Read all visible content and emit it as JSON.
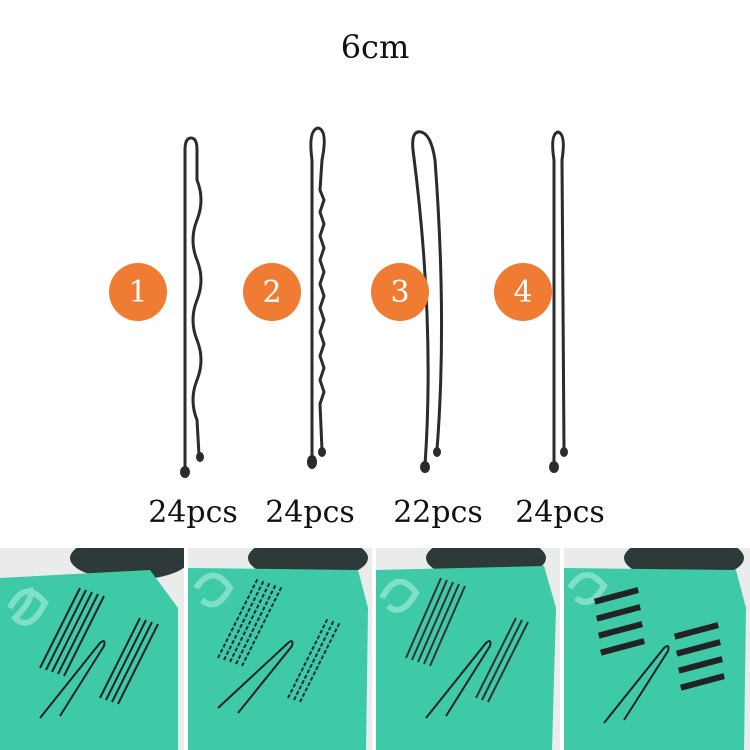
{
  "title": "6cm",
  "colors": {
    "badge": "#f07b33",
    "pin": "#2b2b2b",
    "card": "#3ec9a7",
    "card_dark": "#2aa98b"
  },
  "pins": [
    {
      "number": "1",
      "count": "24pcs",
      "style": "wavy"
    },
    {
      "number": "2",
      "count": "24pcs",
      "style": "ridged"
    },
    {
      "number": "3",
      "count": "22pcs",
      "style": "curved"
    },
    {
      "number": "4",
      "count": "24pcs",
      "style": "straight"
    }
  ],
  "photos": [
    {
      "pin_style": "wavy"
    },
    {
      "pin_style": "ridged"
    },
    {
      "pin_style": "straight"
    },
    {
      "pin_style": "bent"
    }
  ]
}
